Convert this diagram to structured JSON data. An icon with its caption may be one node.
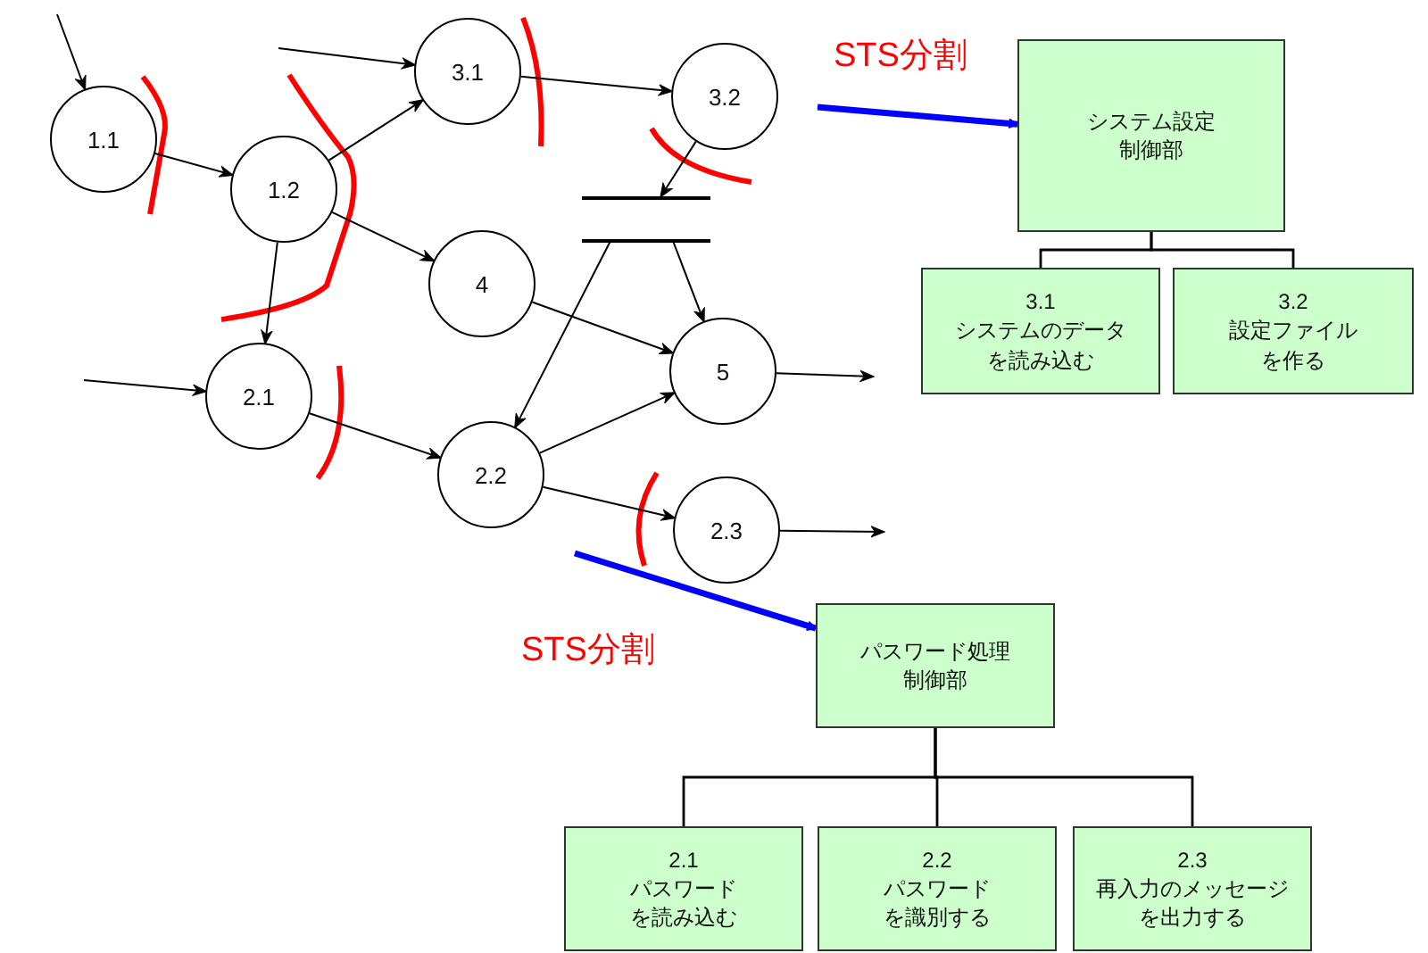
{
  "diagram": {
    "nodes": [
      {
        "text": [
          "1.1"
        ]
      },
      {
        "text": [
          "1.2"
        ]
      },
      {
        "text": [
          "3.1"
        ]
      },
      {
        "text": [
          "3.2"
        ]
      },
      {
        "text": [
          "4"
        ]
      },
      {
        "text": [],
        "shape": "bar"
      },
      {
        "text": [
          "5"
        ]
      },
      {
        "text": [
          "2.1"
        ]
      },
      {
        "text": [
          "2.2"
        ]
      },
      {
        "text": [
          "2.3"
        ]
      },
      {
        "text": [
          "システム設定制御部"
        ]
      },
      {
        "text": [
          "3.1",
          "システムのデータを読み込む"
        ]
      },
      {
        "text": [
          "3.2",
          "設定ファイルを作る"
        ]
      },
      {
        "text": [
          "パスワード処理制御部"
        ]
      },
      {
        "text": [
          "2.1",
          "パスワードを読み込む"
        ]
      },
      {
        "text": [
          "2.2",
          "パスワードを識別する"
        ]
      },
      {
        "text": [
          "2.3",
          "再入力のメッセージを出力する"
        ]
      }
    ],
    "edges": [
      {
        "from": null,
        "to": 0,
        "arrow": "to"
      },
      {
        "from": 0,
        "to": 1,
        "arrow": "to"
      },
      {
        "from": null,
        "to": 2,
        "arrow": "to"
      },
      {
        "from": 1,
        "to": 2,
        "arrow": "to"
      },
      {
        "from": 1,
        "to": 4,
        "arrow": "to"
      },
      {
        "from": 1,
        "to": 7,
        "arrow": "to"
      },
      {
        "from": 2,
        "to": 3,
        "arrow": "to"
      },
      {
        "from": 3,
        "to": 5,
        "arrow": "to"
      },
      {
        "from": 5,
        "to": 6,
        "arrow": "to"
      },
      {
        "from": 5,
        "to": 8,
        "arrow": "to"
      },
      {
        "from": 4,
        "to": 6,
        "arrow": "to"
      },
      {
        "from": null,
        "to": 7,
        "arrow": "to"
      },
      {
        "from": 7,
        "to": 8,
        "arrow": "to"
      },
      {
        "from": 8,
        "to": 6,
        "arrow": "to"
      },
      {
        "from": 8,
        "to": 9,
        "arrow": "to"
      },
      {
        "from": 6,
        "to": null,
        "arrow": "to"
      },
      {
        "from": 9,
        "to": null,
        "arrow": "to"
      },
      {
        "from": null,
        "to": 10,
        "arrow": "to",
        "label": "STS分割",
        "style": "thick",
        "color": "#0000ff"
      },
      {
        "from": null,
        "to": 13,
        "arrow": "to",
        "label": "STS分割",
        "style": "thick",
        "color": "#0000ff"
      },
      {
        "from": 10,
        "to": 11,
        "arrow": "none"
      },
      {
        "from": 10,
        "to": 12,
        "arrow": "none"
      },
      {
        "from": 13,
        "to": 14,
        "arrow": "none"
      },
      {
        "from": 13,
        "to": 15,
        "arrow": "none"
      },
      {
        "from": 13,
        "to": 16,
        "arrow": "none"
      }
    ]
  }
}
